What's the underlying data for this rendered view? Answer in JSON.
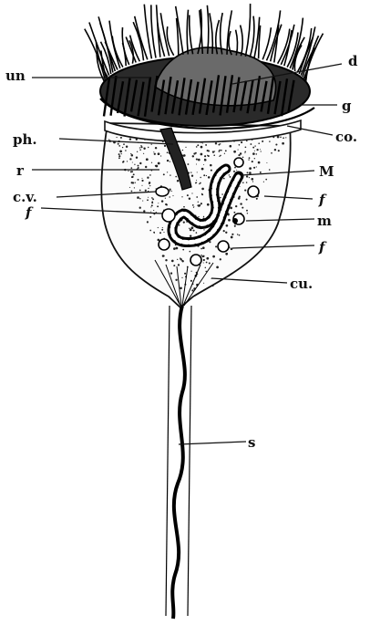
{
  "figure": {
    "labels": {
      "un": "un",
      "d": "d",
      "g": "g",
      "ph": "ph.",
      "co": "co.",
      "r": "r",
      "M": "M",
      "cv": "c.v.",
      "f_right_upper": "f",
      "f_left": "f",
      "m": "m",
      "f_right_lower": "f",
      "cu": "cu.",
      "s": "s"
    }
  }
}
